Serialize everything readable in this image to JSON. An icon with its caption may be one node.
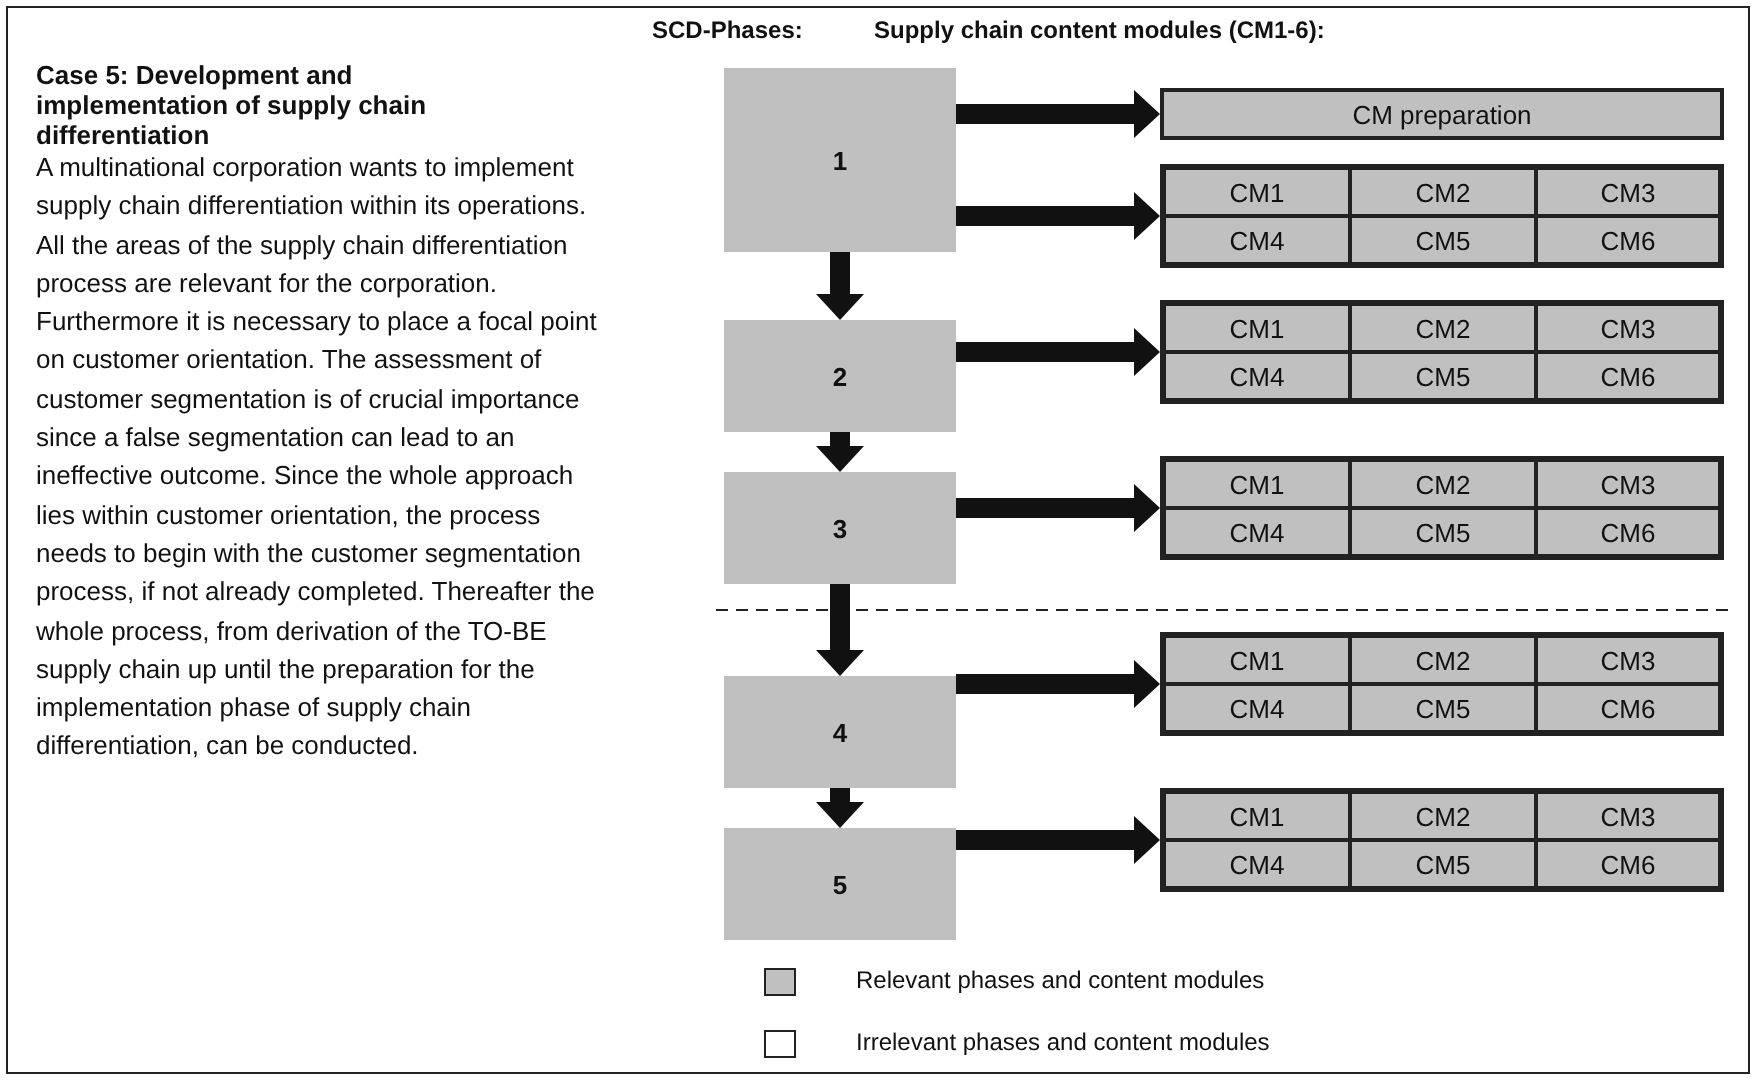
{
  "diagram": {
    "nodes": [
      {
        "text": [
          "1"
        ]
      },
      {
        "text": [
          "CM preparation"
        ]
      },
      {
        "text": [],
        "shape": "box"
      },
      {
        "text": [
          "CM1"
        ],
        "in": 2
      },
      {
        "text": [
          "CM2"
        ],
        "in": 2
      },
      {
        "text": [
          "CM3"
        ],
        "in": 2
      },
      {
        "text": [
          "CM4"
        ],
        "in": 2
      },
      {
        "text": [
          "CM5"
        ],
        "in": 2
      },
      {
        "text": [
          "CM6"
        ],
        "in": 2
      },
      {
        "text": [
          "2"
        ]
      },
      {
        "text": [],
        "shape": "box"
      },
      {
        "text": [
          "CM1"
        ],
        "in": 10
      },
      {
        "text": [
          "CM2"
        ],
        "in": 10
      },
      {
        "text": [
          "CM3"
        ],
        "in": 10
      },
      {
        "text": [
          "CM4"
        ],
        "in": 10
      },
      {
        "text": [
          "CM5"
        ],
        "in": 10
      },
      {
        "text": [
          "CM6"
        ],
        "in": 10
      },
      {
        "text": [
          "3"
        ]
      },
      {
        "text": [],
        "shape": "box"
      },
      {
        "text": [
          "CM1"
        ],
        "in": 18
      },
      {
        "text": [
          "CM2"
        ],
        "in": 18
      },
      {
        "text": [
          "CM3"
        ],
        "in": 18
      },
      {
        "text": [
          "CM4"
        ],
        "in": 18
      },
      {
        "text": [
          "CM5"
        ],
        "in": 18
      },
      {
        "text": [
          "CM6"
        ],
        "in": 18
      },
      {
        "text": [
          "4"
        ]
      },
      {
        "text": [],
        "shape": "box"
      },
      {
        "text": [
          "CM1"
        ],
        "in": 26
      },
      {
        "text": [
          "CM2"
        ],
        "in": 26
      },
      {
        "text": [
          "CM3"
        ],
        "in": 26
      },
      {
        "text": [
          "CM4"
        ],
        "in": 26
      },
      {
        "text": [
          "CM5"
        ],
        "in": 26
      },
      {
        "text": [
          "CM6"
        ],
        "in": 26
      },
      {
        "text": [
          "5"
        ]
      },
      {
        "text": [],
        "shape": "box"
      },
      {
        "text": [
          "CM1"
        ],
        "in": 34
      },
      {
        "text": [
          "CM2"
        ],
        "in": 34
      },
      {
        "text": [
          "CM3"
        ],
        "in": 34
      },
      {
        "text": [
          "CM4"
        ],
        "in": 34
      },
      {
        "text": [
          "CM5"
        ],
        "in": 34
      },
      {
        "text": [
          "CM6"
        ],
        "in": 34
      }
    ],
    "edges": [
      {
        "from": 0,
        "to": 1,
        "arrow": "to",
        "style": "thick"
      },
      {
        "from": 0,
        "to": 2,
        "arrow": "to",
        "style": "thick"
      },
      {
        "from": 0,
        "to": 9,
        "arrow": "to",
        "style": "thick"
      },
      {
        "from": 9,
        "to": 10,
        "arrow": "to",
        "style": "thick"
      },
      {
        "from": 9,
        "to": 17,
        "arrow": "to",
        "style": "thick"
      },
      {
        "from": 17,
        "to": 18,
        "arrow": "to",
        "style": "thick"
      },
      {
        "from": 17,
        "to": 25,
        "arrow": "to",
        "style": "thick"
      },
      {
        "from": 25,
        "to": 26,
        "arrow": "to",
        "style": "thick"
      },
      {
        "from": 25,
        "to": 33,
        "arrow": "to",
        "style": "thick"
      },
      {
        "from": 33,
        "to": 34,
        "arrow": "to",
        "style": "thick"
      }
    ],
    "labels": [
      "Case 5: Development and implementation of supply chain differentiation",
      "A multinational corporation wants to implement supply chain differentiation within its operations. All the areas of the supply chain differentiation process are relevant for the corporation. Furthermore it is necessary to place a focal point on customer orientation. The assessment of customer segmentation is of crucial importance since a false segmentation can lead to an ineffective outcome. Since the whole approach lies within customer orientation, the process needs to begin with the customer segmentation process, if not already completed. Thereafter the whole process, from derivation of the TO-BE supply chain up until the preparation for the implementation phase of supply chain differentiation, can be conducted.",
      "SCD-Phases:",
      "Supply chain content modules (CM1-6):"
    ],
    "legend": [
      {
        "text": "Relevant phases and content modules",
        "color": "#c0c0c0"
      },
      {
        "text": "Irrelevant phases and content modules",
        "color": "#ffffff"
      }
    ]
  }
}
